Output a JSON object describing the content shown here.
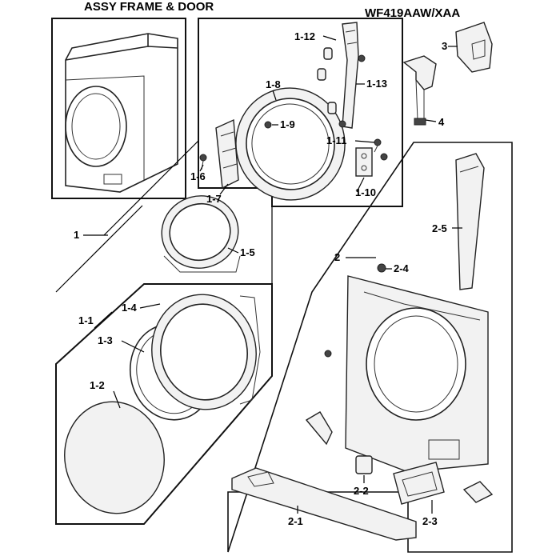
{
  "header": {
    "title": "ASSY FRAME & DOOR",
    "model": "WF419AAW/XAA"
  },
  "callouts": {
    "c1": "1",
    "c1_1": "1-1",
    "c1_2": "1-2",
    "c1_3": "1-3",
    "c1_4": "1-4",
    "c1_5": "1-5",
    "c1_6": "1-6",
    "c1_7": "1-7",
    "c1_8": "1-8",
    "c1_9": "1-9",
    "c1_10": "1-10",
    "c1_11": "1-11",
    "c1_12": "1-12",
    "c1_13": "1-13",
    "c2": "2",
    "c2_1": "2-1",
    "c2_2": "2-2",
    "c2_3": "2-3",
    "c2_4": "2-4",
    "c2_5": "2-5",
    "c3": "3",
    "c4": "4"
  }
}
